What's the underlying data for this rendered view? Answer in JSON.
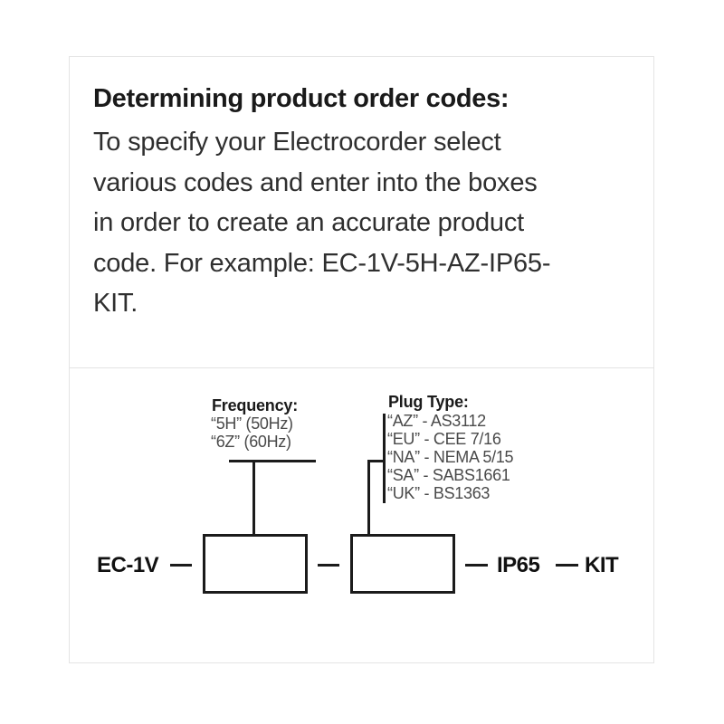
{
  "article": {
    "heading": "Determining product order codes:",
    "body_lines": [
      "To specify your Electrocorder select",
      "various codes and enter into the boxes",
      "in order to create an accurate product",
      "code. For example: EC-1V-5H-AZ-IP65-",
      "KIT."
    ]
  },
  "diagram": {
    "frequency": {
      "label": "Frequency:",
      "options": [
        "“5H” (50Hz)",
        "“6Z” (60Hz)"
      ]
    },
    "plug_type": {
      "label": "Plug Type:",
      "options": [
        "“AZ” - AS3112",
        "“EU” - CEE 7/16",
        "“NA” - NEMA 5/15",
        "“SA” - SABS1661",
        "“UK” - BS1363"
      ]
    },
    "code_sequence": {
      "prefix": "EC-1V",
      "suffix_rating": "IP65",
      "suffix_kit": "KIT"
    },
    "colors": {
      "line": "#1b1b1b",
      "option_text": "#4a4a4a",
      "border": "#e4e4e4"
    }
  }
}
